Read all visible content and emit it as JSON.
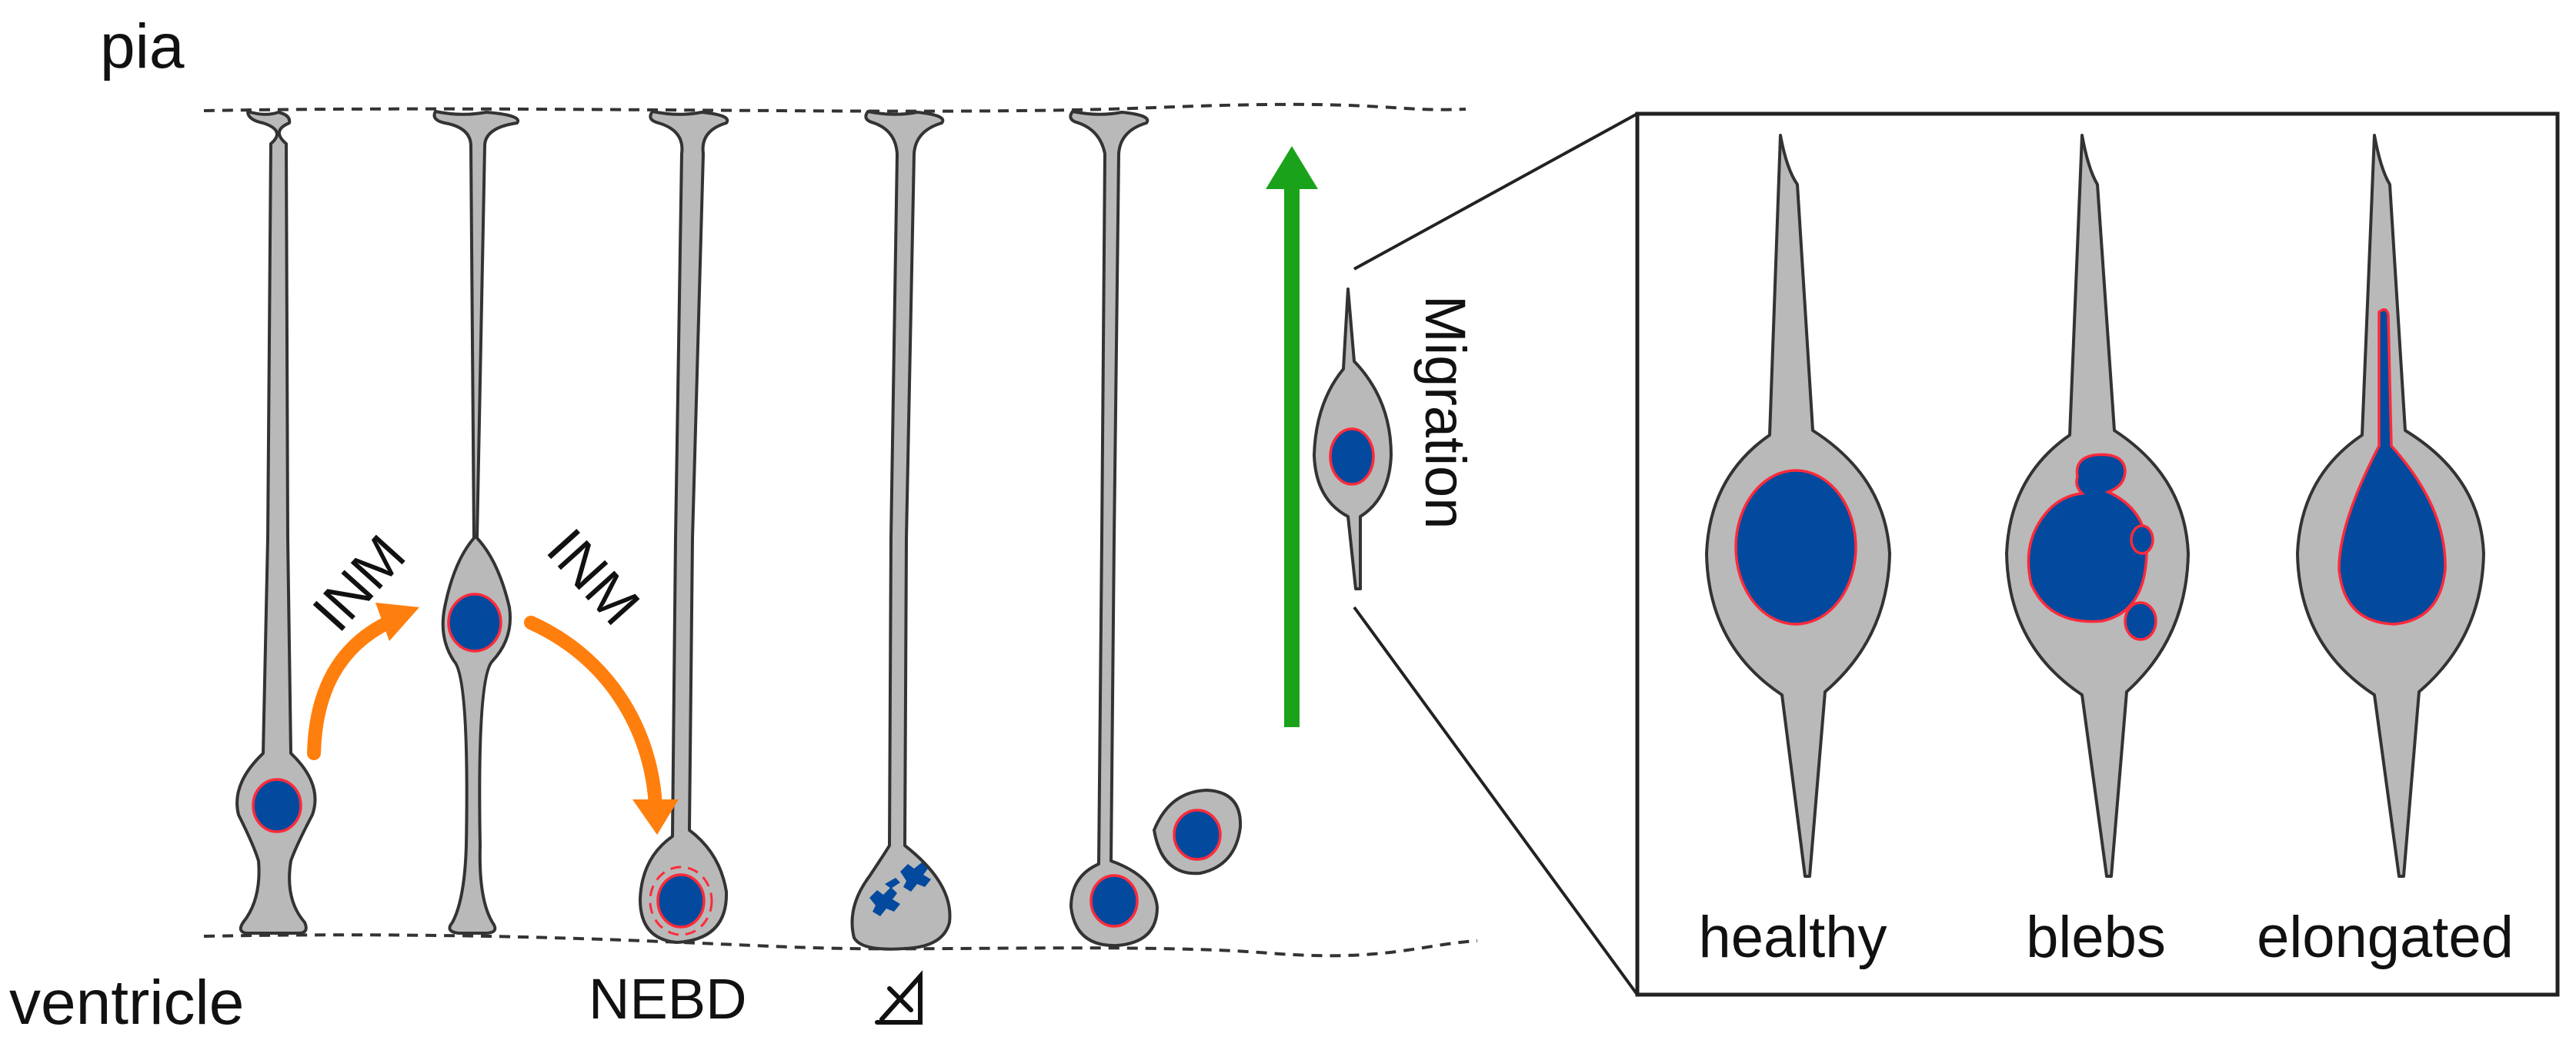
{
  "labels": {
    "pia": "pia",
    "ventricle": "ventricle",
    "nebd": "NEBD",
    "inm_1": "INM",
    "inm_2": "INM",
    "migration": "Migration",
    "healthy": "healthy",
    "blebs": "blebs",
    "elongated": "elongated"
  },
  "colors": {
    "cell_fill": "#b9b9b9",
    "cell_outline": "#333333",
    "nucleus_fill": "#034a9e",
    "nuclear_envelope": "#ff2a3a",
    "inm_arrow": "#ff7f0e",
    "migration_arrow": "#1aa31a"
  },
  "icons": {
    "mitosis_symbol": "mitosis-delta-icon"
  }
}
